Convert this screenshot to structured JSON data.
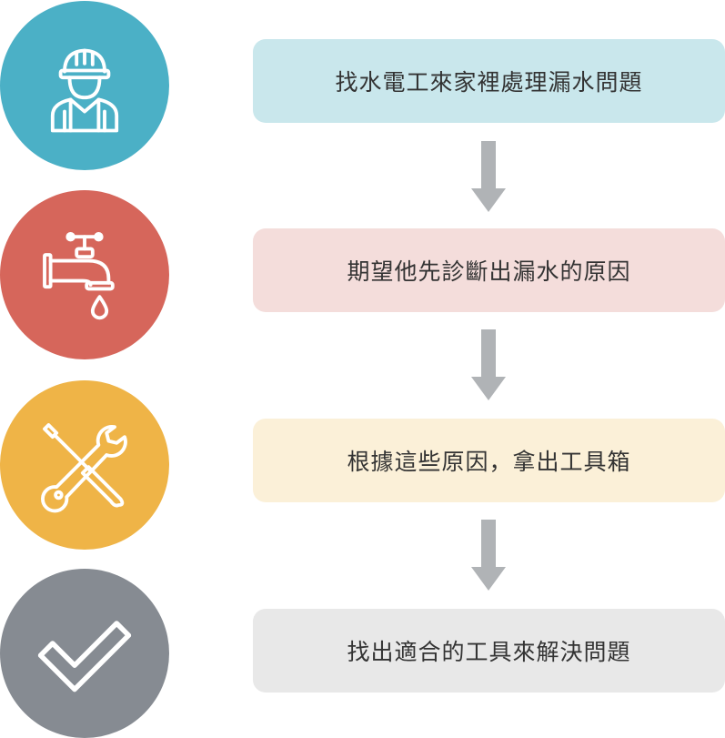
{
  "colors": {
    "step1_circle": "#4BB0C6",
    "step2_circle": "#D6665B",
    "step3_circle": "#EFB447",
    "step4_circle": "#868B92",
    "step1_box": "#C9E7EC",
    "step2_box": "#F4DDDB",
    "step3_box": "#FBF0D8",
    "step4_box": "#E8E8E8",
    "arrow": "#B0B3B6"
  },
  "steps": [
    {
      "icon": "worker-helmet-icon",
      "text": "找水電工來家裡處理漏水問題"
    },
    {
      "icon": "faucet-drip-icon",
      "text": "期望他先診斷出漏水的原因"
    },
    {
      "icon": "screwdriver-wrench-icon",
      "text": "根據這些原因，拿出工具箱"
    },
    {
      "icon": "checkmark-icon",
      "text": "找出適合的工具來解決問題"
    }
  ]
}
